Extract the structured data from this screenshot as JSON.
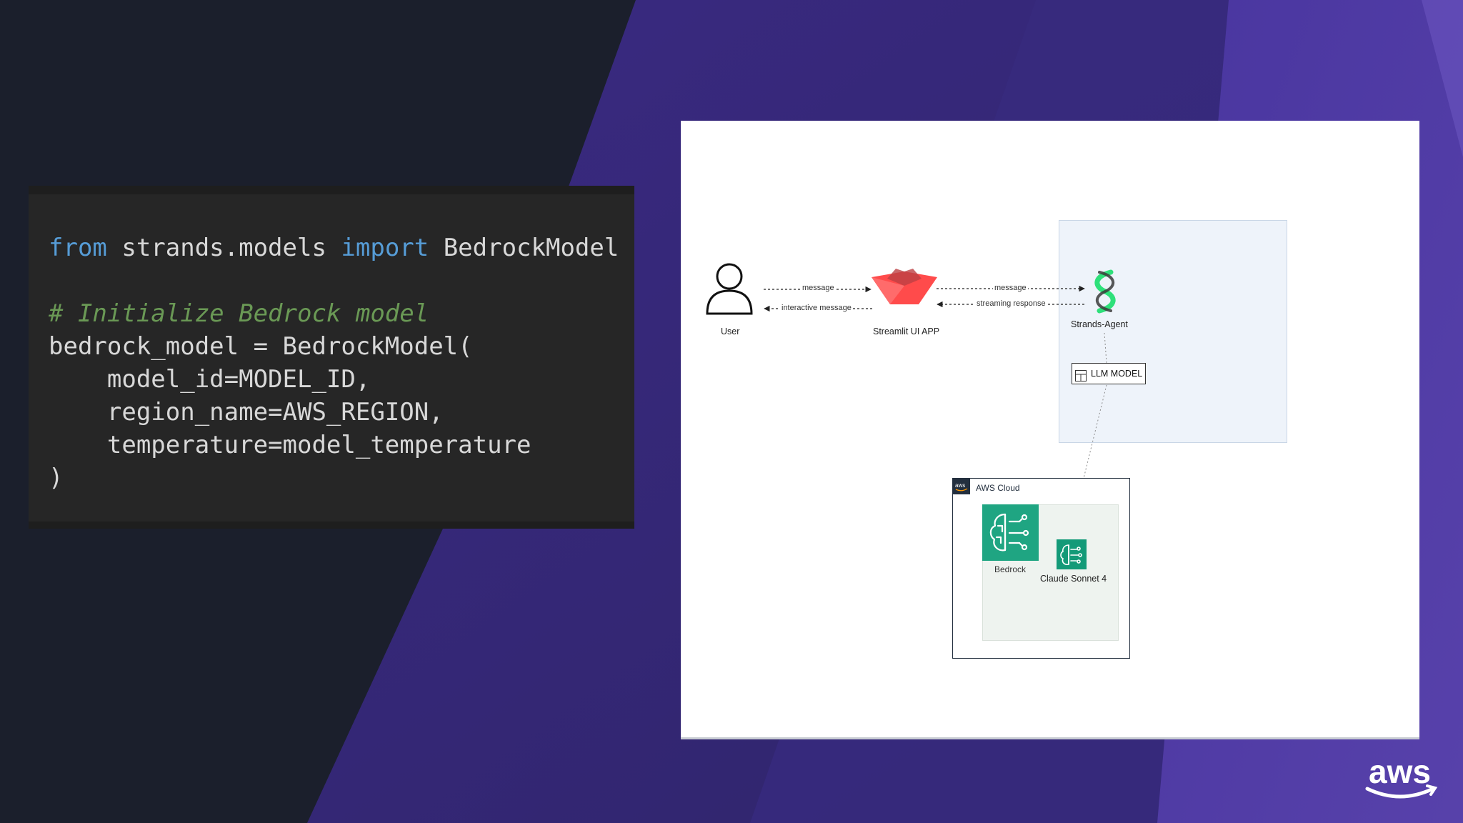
{
  "code": {
    "lines": [
      {
        "kw1": "from",
        "mid": " strands.models ",
        "kw2": "import",
        "end": " BedrockModel"
      },
      {
        "text": ""
      },
      {
        "comment": "# Initialize Bedrock model"
      },
      {
        "text": "bedrock_model = BedrockModel("
      },
      {
        "text": "    model_id=MODEL_ID,"
      },
      {
        "text": "    region_name=AWS_REGION,"
      },
      {
        "text": "    temperature=model_temperature"
      },
      {
        "text": ")"
      }
    ]
  },
  "diagram": {
    "user_label": "User",
    "streamlit_label": "Streamlit UI APP",
    "agent_label": "Strands-Agent",
    "llm_model_label": "LLM MODEL",
    "aws_cloud_label": "AWS Cloud",
    "bedrock_label": "Bedrock",
    "claude_label": "Claude Sonnet 4",
    "edges": {
      "user_to_app": "message",
      "app_to_user": "interactive message",
      "app_to_agent": "message",
      "agent_to_app": "streaming response"
    },
    "icons": {
      "user": "user-icon",
      "streamlit": "streamlit-icon",
      "strands": "strands-icon",
      "llm": "llm-model-icon",
      "bedrock": "bedrock-icon",
      "claude": "claude-icon",
      "aws_badge": "aws-badge-icon"
    }
  },
  "branding": {
    "logo": "aws-logo",
    "logo_text": "aws"
  },
  "colors": {
    "background_dark": "#1b1f2c",
    "background_purple": "#3d2c86",
    "code_keyword": "#569cd6",
    "code_comment": "#6a9955",
    "bedrock_green": "#1fa582",
    "streamlit_red": "#ff4b4b",
    "strands_green": "#2ee07a"
  }
}
